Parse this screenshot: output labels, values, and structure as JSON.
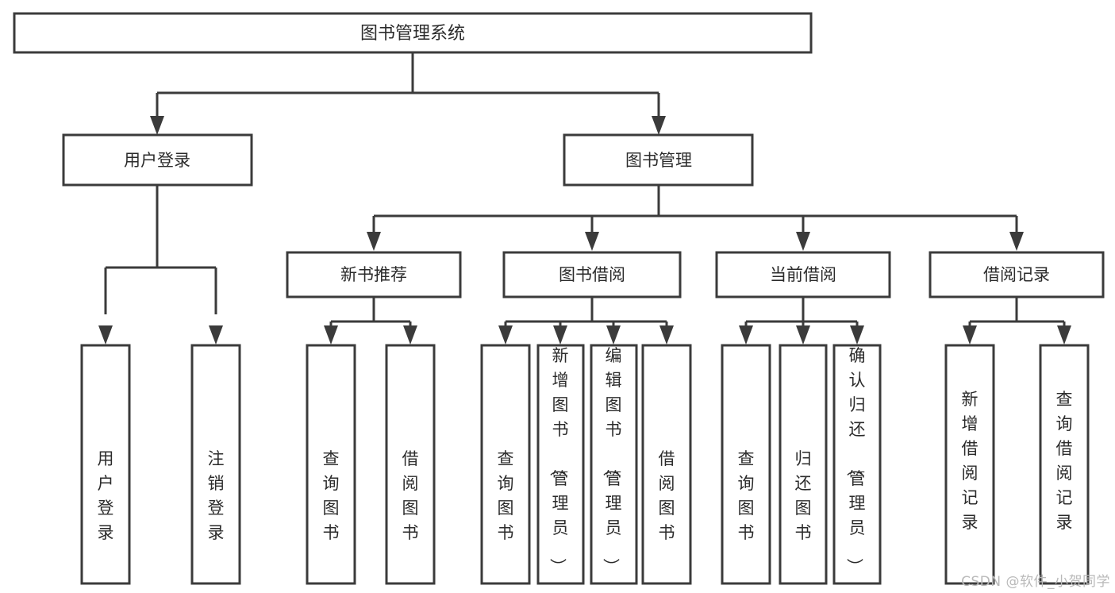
{
  "diagram": {
    "type": "tree-hierarchy-chart",
    "title": "图书管理系统",
    "watermark": "CSDN @软件_小贺同学",
    "colors": {
      "stroke": "#3b3b3b",
      "fill": "#ffffff",
      "text": "#2b2b2b",
      "watermark": "#b9b9b9"
    },
    "nodes": {
      "root": {
        "label": "图书管理系统",
        "level": 0
      },
      "l1": [
        {
          "id": "user-login",
          "label": "用户登录"
        },
        {
          "id": "book-manage",
          "label": "图书管理"
        }
      ],
      "l2": [
        {
          "id": "new-book-rec",
          "label": "新书推荐",
          "parent": "book-manage"
        },
        {
          "id": "book-borrow",
          "label": "图书借阅",
          "parent": "book-manage"
        },
        {
          "id": "current-borrow",
          "label": "当前借阅",
          "parent": "book-manage"
        },
        {
          "id": "borrow-record",
          "label": "借阅记录",
          "parent": "book-manage"
        }
      ],
      "leaves": {
        "user-login": [
          {
            "id": "leaf-user-login",
            "label": "用户登录"
          },
          {
            "id": "leaf-logout",
            "label": "注销登录"
          }
        ],
        "new-book-rec": [
          {
            "id": "leaf-query-book-1",
            "label": "查询图书"
          },
          {
            "id": "leaf-borrow-book-1",
            "label": "借阅图书"
          }
        ],
        "book-borrow": [
          {
            "id": "leaf-query-book-2",
            "label": "查询图书"
          },
          {
            "id": "leaf-add-book",
            "label": "新增图书（管理员）"
          },
          {
            "id": "leaf-edit-book",
            "label": "编辑图书（管理员）"
          },
          {
            "id": "leaf-borrow-book-2",
            "label": "借阅图书"
          }
        ],
        "current-borrow": [
          {
            "id": "leaf-query-book-3",
            "label": "查询图书"
          },
          {
            "id": "leaf-return-book",
            "label": "归还图书"
          },
          {
            "id": "leaf-confirm-return",
            "label": "确认归还（管理员）"
          }
        ],
        "borrow-record": [
          {
            "id": "leaf-add-record",
            "label": "新增借阅记录"
          },
          {
            "id": "leaf-query-record",
            "label": "查询借阅记录"
          }
        ]
      }
    }
  }
}
